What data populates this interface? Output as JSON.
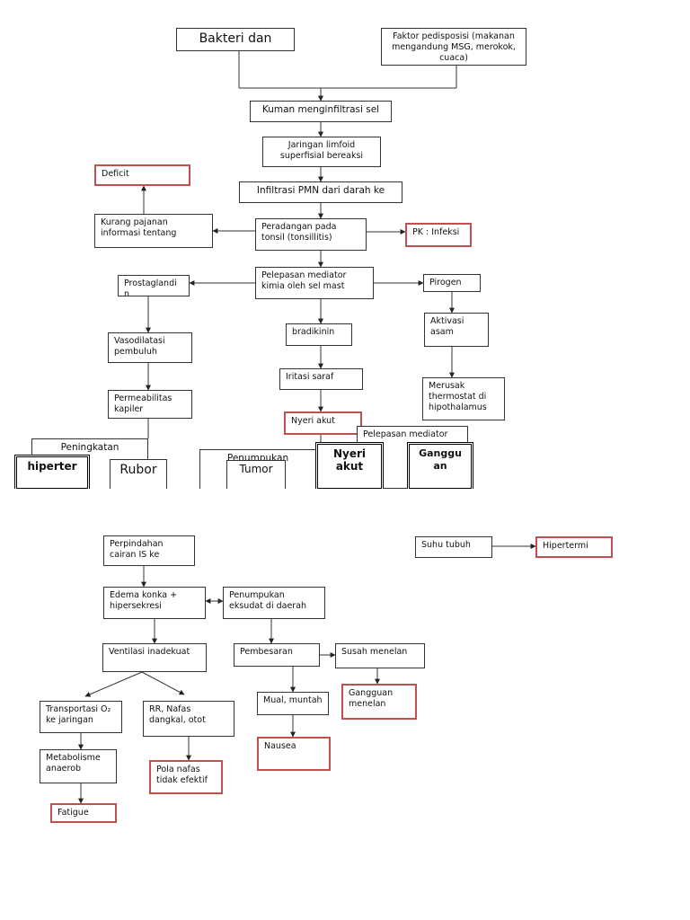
{
  "diagram": {
    "nodes": {
      "bakteri": "Bakteri dan",
      "faktor": "Faktor pedisposisi (makanan mengandung MSG, merokok, cuaca)",
      "kuman": "Kuman menginfiltrasi sel",
      "jaringan": "Jaringan limfoid superfisial bereaksi",
      "infiltrasi": "Infiltrasi PMN dari darah ke",
      "deficit": "Deficit",
      "kurang": "Kurang pajanan informasi tentang",
      "peradangan": "Peradangan pada tonsil (tonsillitis)",
      "pk_infeksi": "PK : Infeksi",
      "pelepasan": "Pelepasan mediator kimia oleh sel mast",
      "prostaglandin": "Prostaglandi n",
      "pirogen": "Pirogen",
      "bradikinin": "bradikinin",
      "aktivasi": "Aktivasi asam",
      "vasodilatasi": "Vasodilatasi pembuluh",
      "iritasi": "Iritasi saraf",
      "merusak": "Merusak thermostat di hipothalamus",
      "permeabilitas": "Permeabilitas kapiler",
      "nyeri_akut_1": "Nyeri akut",
      "peningkatan": "Peningkatan",
      "pelepasan2": "Pelepasan mediator",
      "hiperter": "hiperter",
      "rubor": "Rubor",
      "penumpukan1": "Penumpukan",
      "tumor": "Tumor",
      "nyeri_akut_2": "Nyeri akut",
      "ganggu": "Ganggu an",
      "perpindahan": "Perpindahan cairan IS ke",
      "suhu": "Suhu tubuh",
      "hipertermi": "Hipertermi",
      "edema": "Edema konka + hipersekresi",
      "penumpukan2": "Penumpukan eksudat di daerah",
      "ventilasi": "Ventilasi inadekuat",
      "pembesaran": "Pembesaran",
      "susah": "Susah  menelan",
      "gangguan_menelan": "Gangguan menelan",
      "transportasi": "Transportasi O₂ ke jaringan",
      "rr": "RR, Nafas dangkal, otot",
      "mual": "Mual, muntah",
      "metabolisme": "Metabolisme anaerob",
      "pola": "Pola nafas tidak efektif",
      "nausea": "Nausea",
      "fatigue": "Fatigue"
    },
    "colors": {
      "line": "#333333",
      "alert_border": "#c0504d"
    }
  }
}
